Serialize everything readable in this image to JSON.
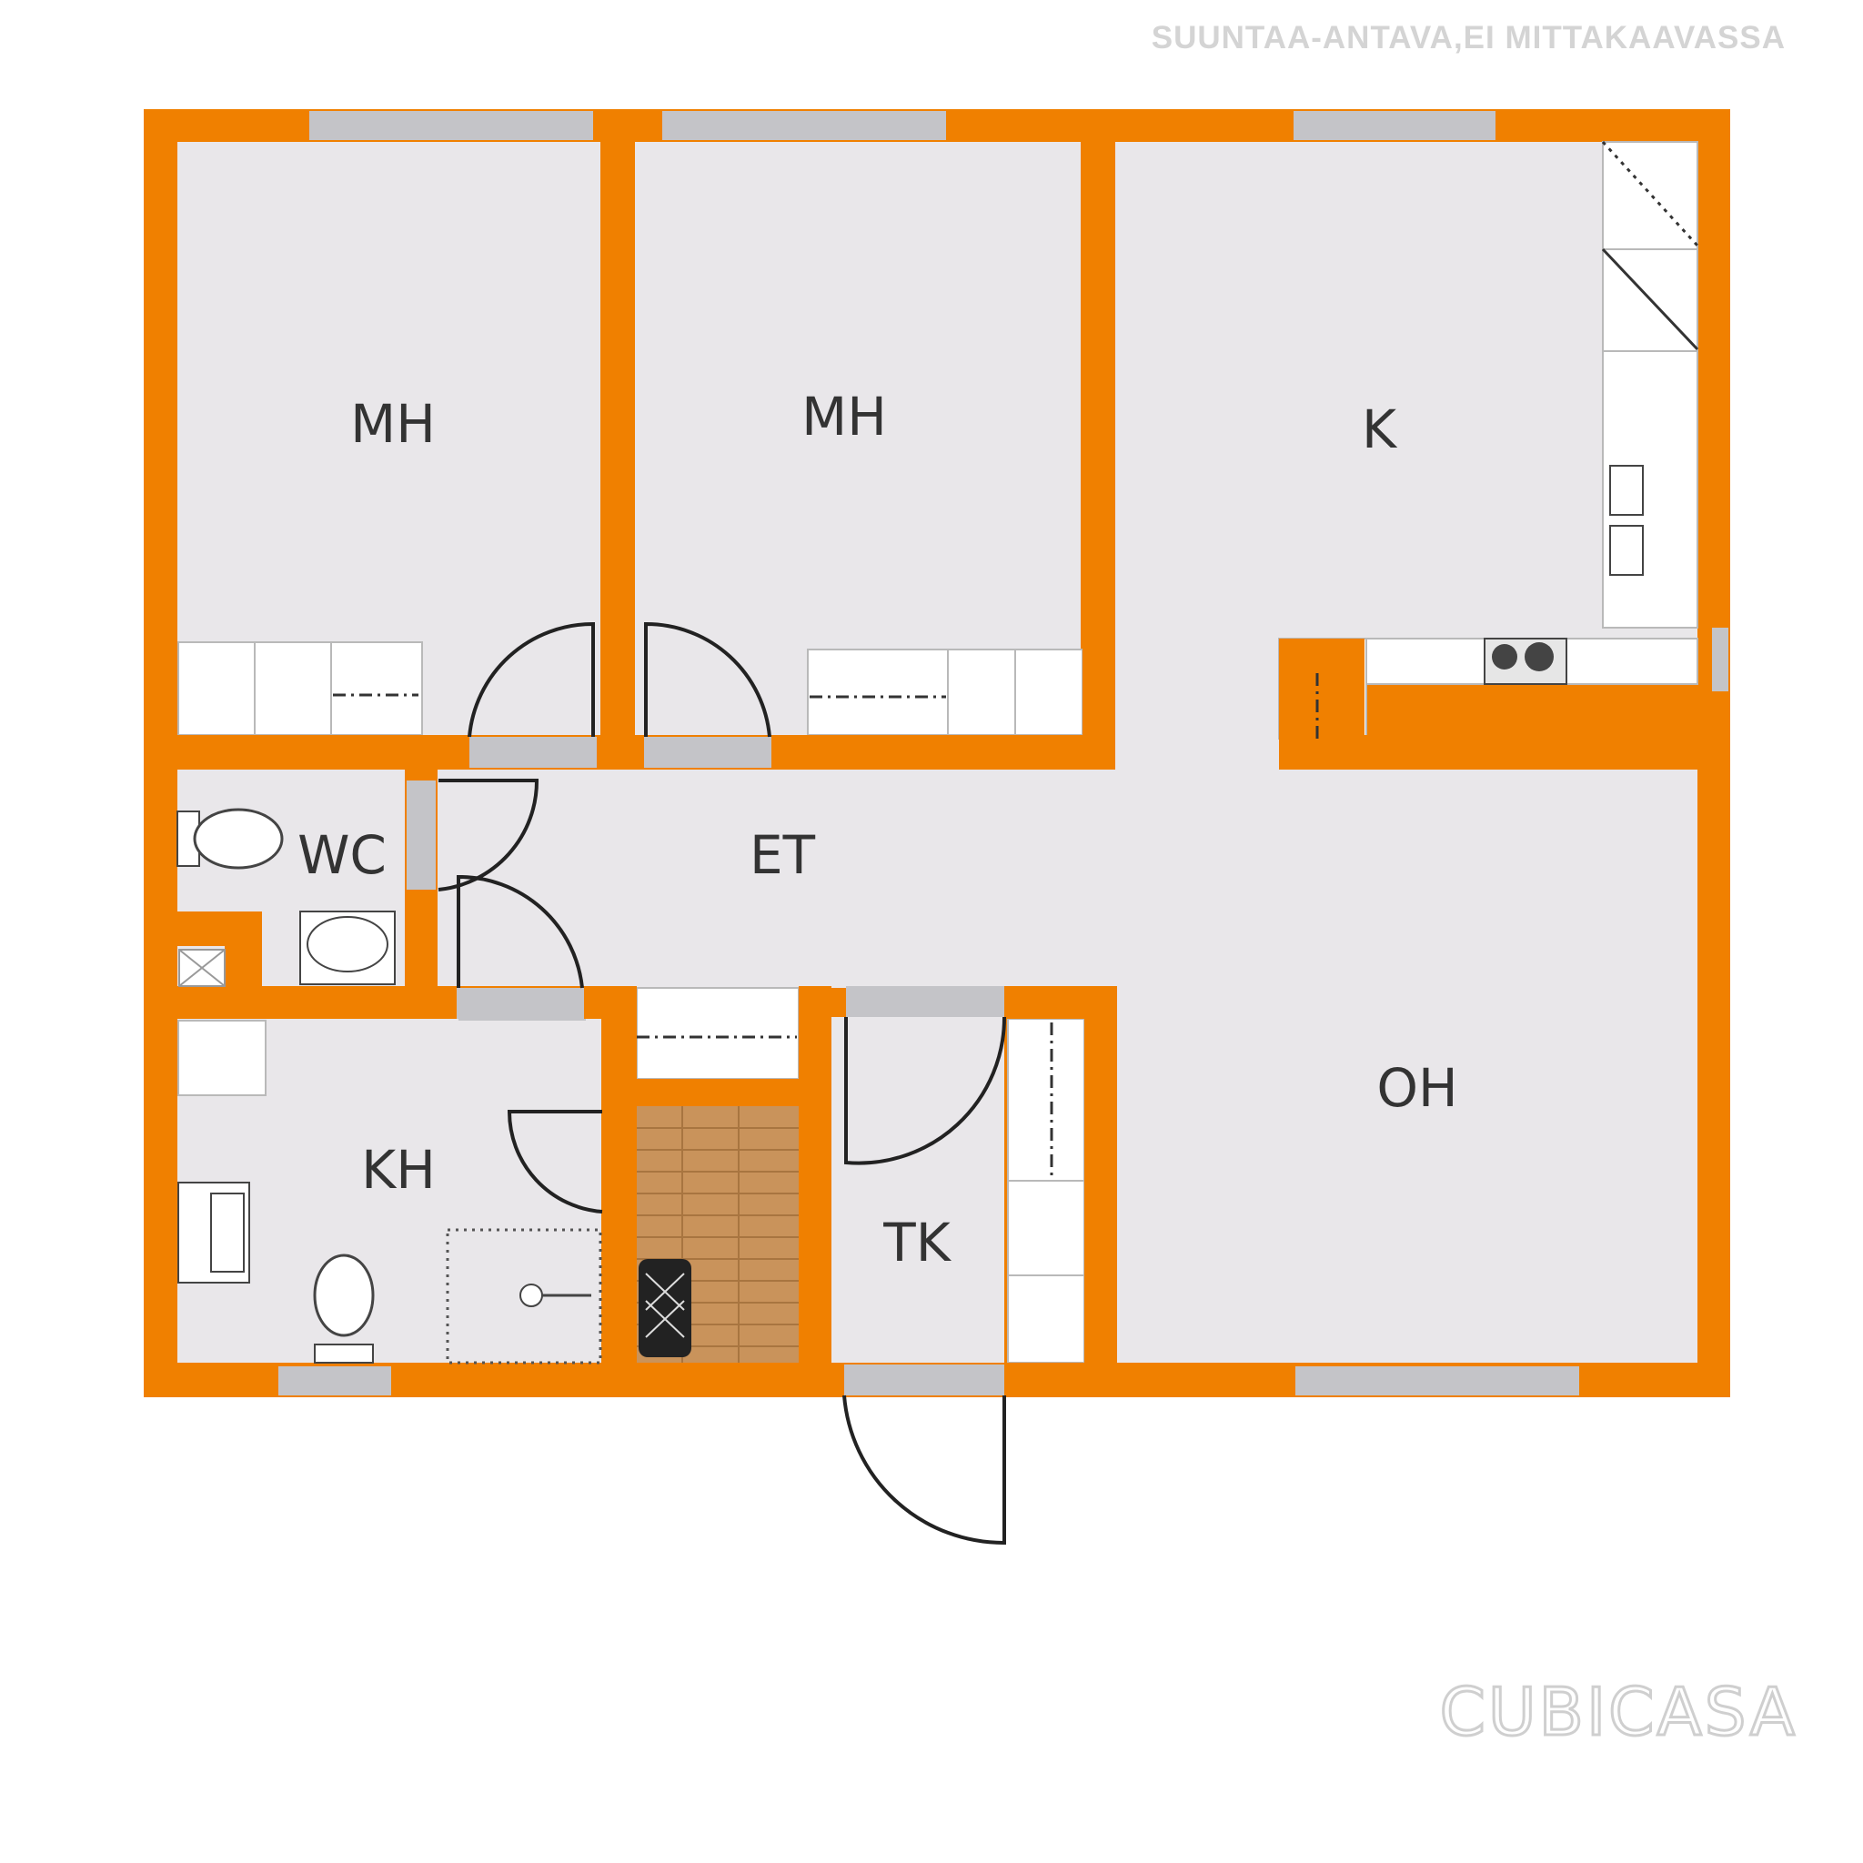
{
  "disclaimer": "SUUNTAA-ANTAVA,EI MITTAKAAVASSA",
  "logo_text": "CUBICASA",
  "colors": {
    "wall": "#f08000",
    "floor": "#e9e7ea",
    "window": "#c4c4c8",
    "fixture": "#ffffff",
    "sauna_bench": "#c9935b",
    "label": "#333333"
  },
  "rooms": {
    "bedroom_1": "MH",
    "bedroom_2": "MH",
    "kitchen": "K",
    "hallway": "ET",
    "toilet": "WC",
    "living_room": "OH",
    "bathroom": "KH",
    "utility_room": "TK"
  }
}
